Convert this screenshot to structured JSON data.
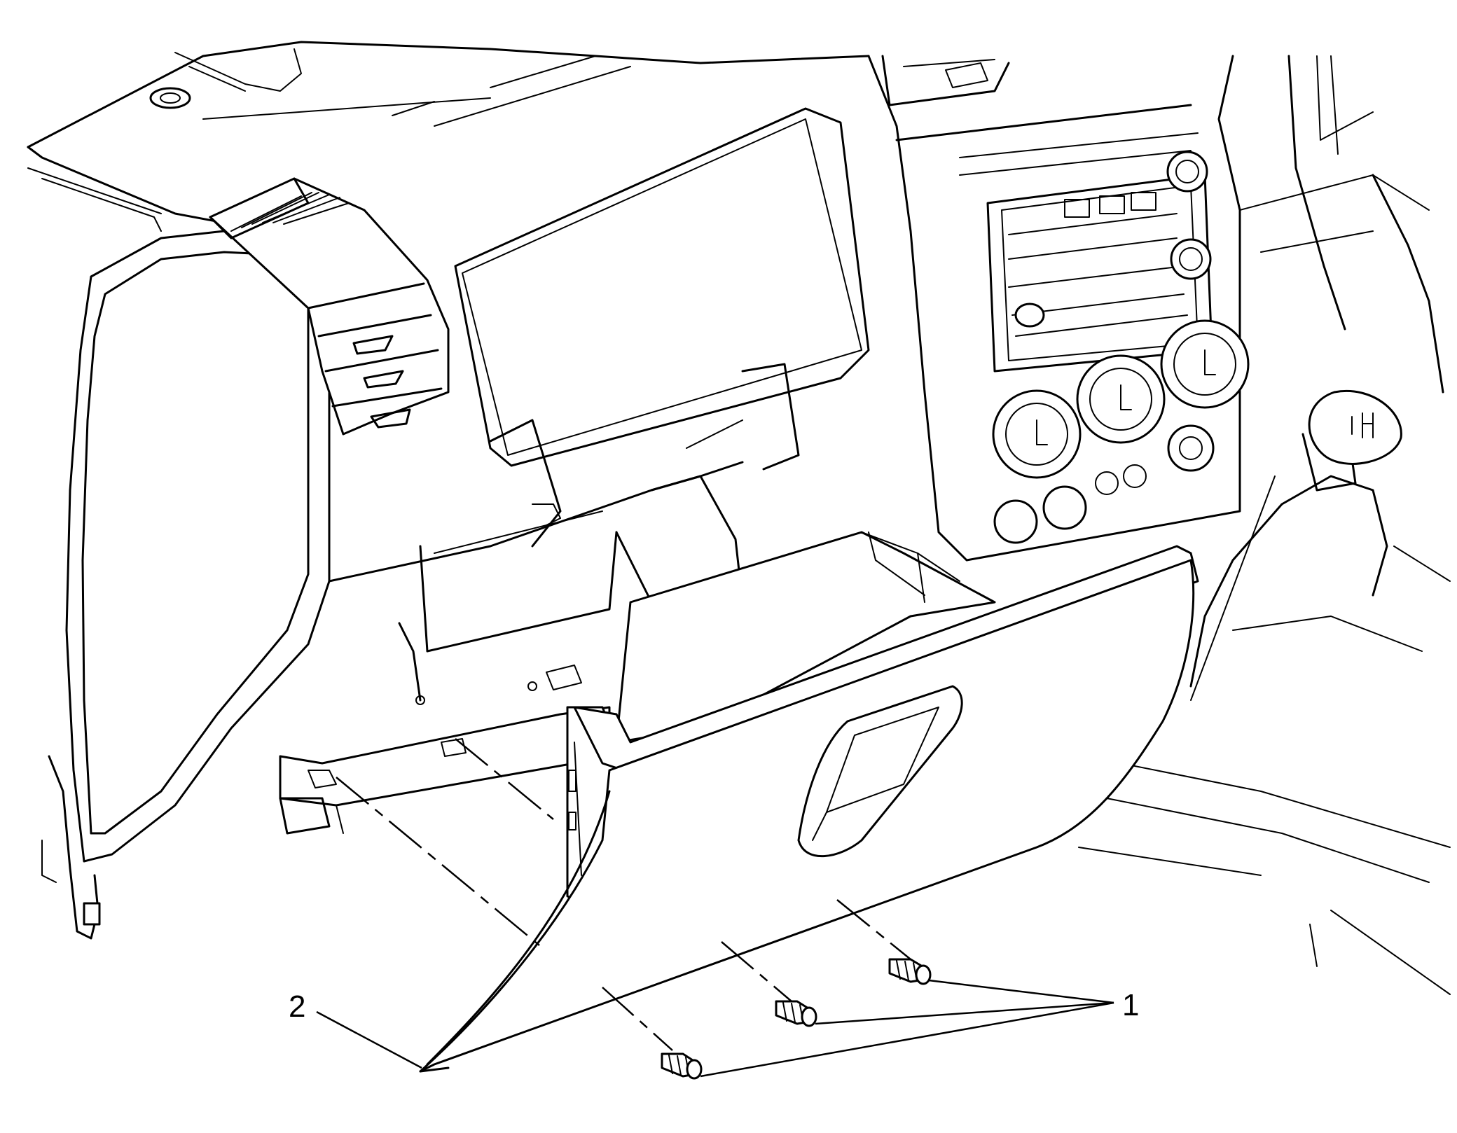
{
  "diagram": {
    "subject": "instrument-panel-glove-box-removal",
    "stroke_color": "#000000",
    "background_color": "#ffffff",
    "callouts": [
      {
        "id": "1",
        "label": "1",
        "target": "glove-box-fasteners",
        "count": 3
      },
      {
        "id": "2",
        "label": "2",
        "target": "glove-box-assembly"
      }
    ]
  }
}
